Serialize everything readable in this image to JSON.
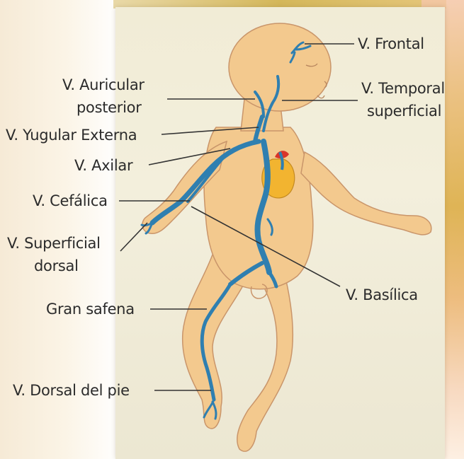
{
  "labels": {
    "frontal": "V. Frontal",
    "auricular_1": "V. Auricular",
    "auricular_2": "posterior",
    "temporal_1": "V. Temporal",
    "temporal_2": "superficial",
    "yugular": "V. Yugular Externa",
    "axilar": "V. Axilar",
    "cefalica": "V. Cefálica",
    "superficial_1": "V. Superficial",
    "superficial_2": "dorsal",
    "basilica": "V. Basílica",
    "safena": "Gran safena",
    "dorsal_pie": "V. Dorsal del pie"
  },
  "colors": {
    "vein": "#2f7fb0",
    "skin": "#f3c98e",
    "skin_outline": "#c9956a",
    "heart": "#f2b430",
    "heart_top": "#d9342a",
    "leader": "#333333"
  }
}
